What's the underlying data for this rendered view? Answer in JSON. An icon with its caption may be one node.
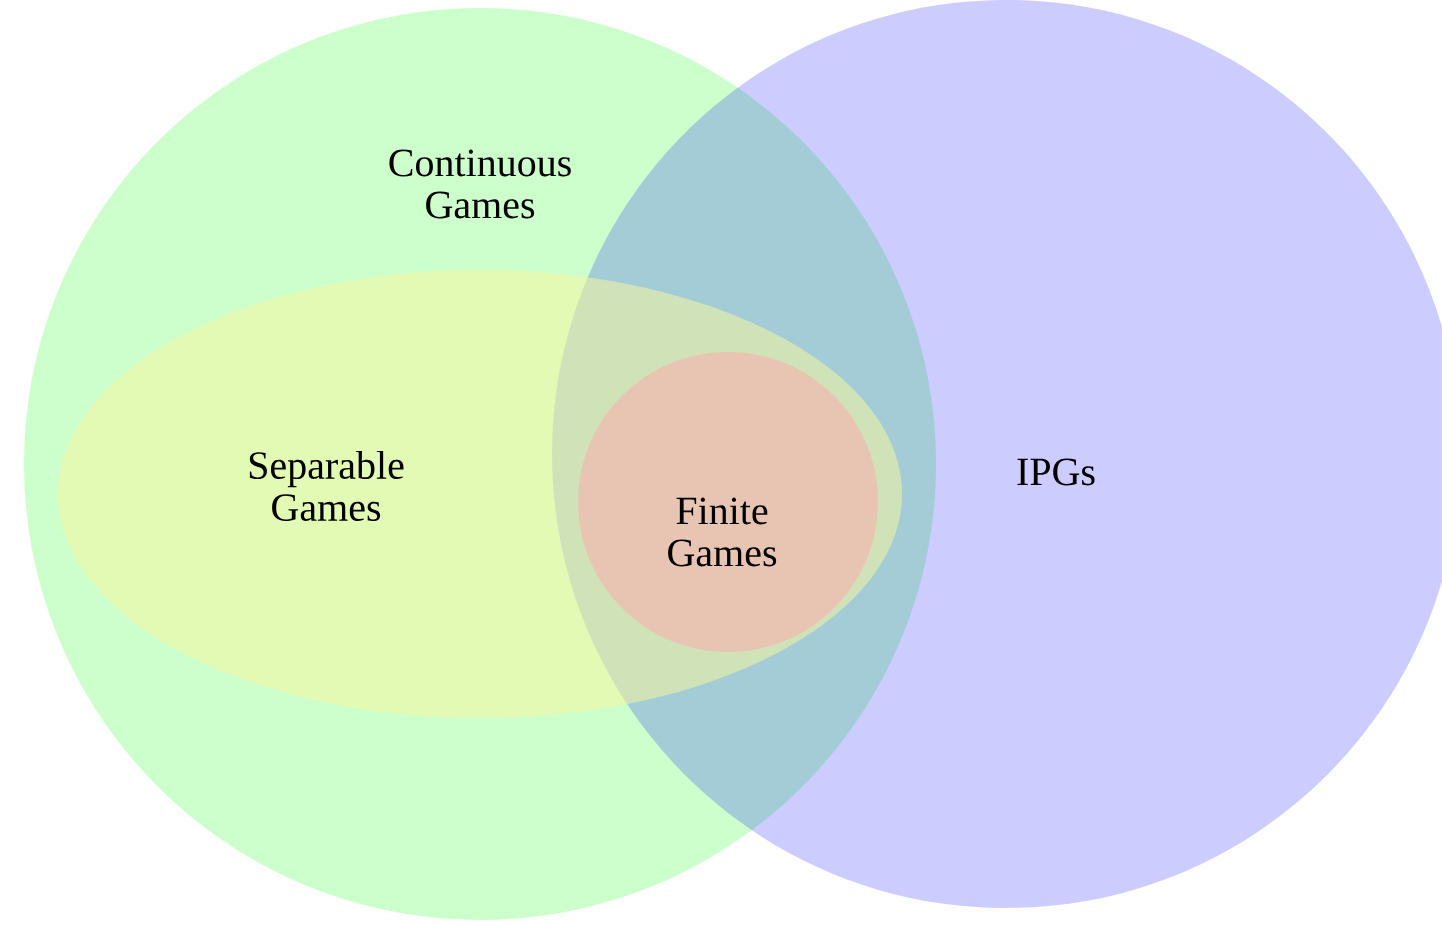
{
  "diagram": {
    "nodes": [
      {
        "text": [
          "Continuous Games"
        ]
      },
      {
        "text": [
          "IPGs"
        ]
      },
      {
        "text": [
          "Separable Games"
        ],
        "in": 0
      },
      {
        "text": [
          "Finite Games"
        ]
      }
    ]
  }
}
